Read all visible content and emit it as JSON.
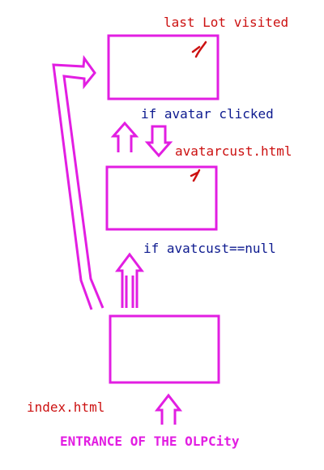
{
  "labels": {
    "last_lot": "last Lot visited",
    "if_avatar_clicked": "if avatar clicked",
    "avatarcust": "avatarcust.html",
    "if_avatcust_null": "if avatcust==null",
    "index": "index.html",
    "entrance": "ENTRANCE OF THE OLPCity"
  },
  "colors": {
    "magenta": "#e21ee2",
    "red": "#cc1111",
    "blue": "#0d1a8f"
  }
}
